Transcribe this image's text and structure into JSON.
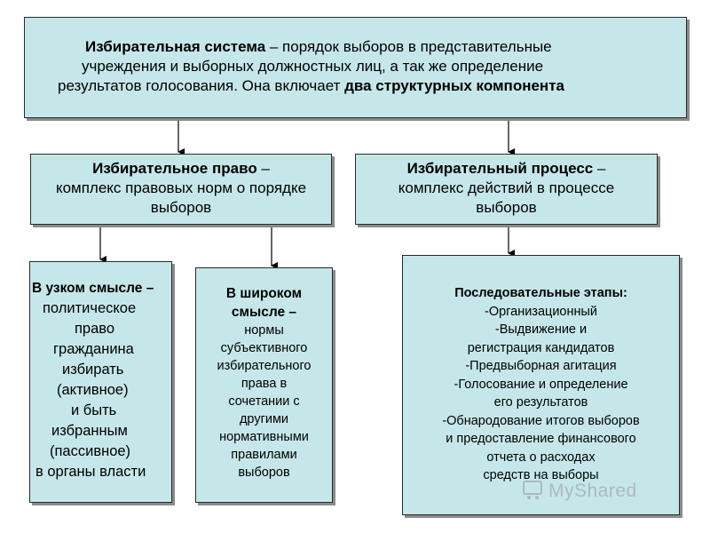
{
  "top_box": {
    "line1_bold": "Избирательная система",
    "line1_rest": " – порядок выборов в представительные",
    "line2": "учреждения и выборных должностных лиц, а так же определение",
    "line3_rest": "результатов голосования. Она включает ",
    "line3_bold": "два структурных компонента"
  },
  "right_box": {
    "title": "Избирательное право",
    "title_rest": " –",
    "line2": "комплекс правовых норм о порядке",
    "line3": "выборов"
  },
  "process_box": {
    "title": "Избирательный процесс",
    "title_rest": " –",
    "line2": "комплекс действий в процессе",
    "line3": "выборов"
  },
  "narrow_box": {
    "title": "В узком смысле –",
    "lines": [
      "политическое",
      "право",
      "гражданина",
      "избирать",
      "(активное)",
      "и быть",
      "избранным",
      "(пассивное)",
      "в органы власти"
    ]
  },
  "broad_box": {
    "title_line1": "В широком",
    "title_line2": "смысле –",
    "lines": [
      "нормы",
      "субъективного",
      "избирательного",
      "права в",
      "сочетании с",
      "другими",
      "нормативными",
      "правилами",
      "выборов"
    ]
  },
  "stages_box": {
    "title": "Последовательные этапы:",
    "lines": [
      "-Организационный",
      "-Выдвижение и",
      "регистрация кандидатов",
      "-Предвыборная агитация",
      "-Голосование и определение",
      "его результатов",
      "-Обнародование итогов выборов",
      "и предоставление финансового",
      "отчета  о расходах",
      "средств на выборы"
    ]
  },
  "watermark": {
    "text": "MyShared"
  },
  "colors": {
    "box_fill": "#c6e7e9",
    "border": "#2a2a2a",
    "shadow": "#8a8a8a",
    "arrow": "#000000"
  }
}
